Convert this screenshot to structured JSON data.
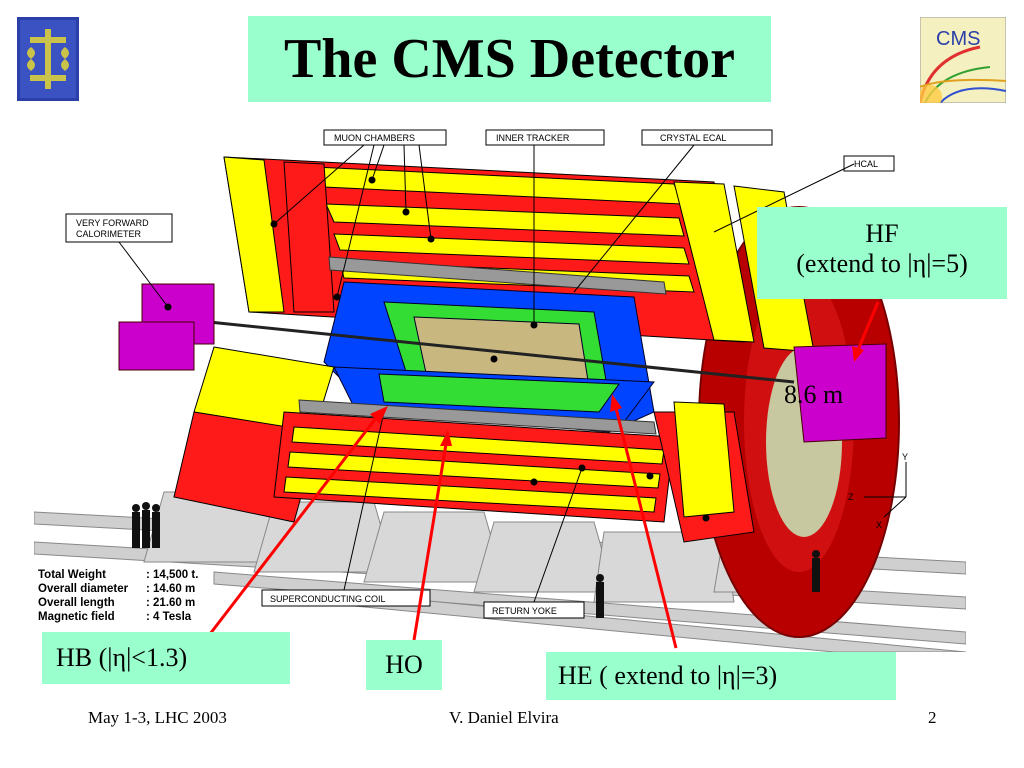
{
  "slide": {
    "title": "The CMS Detector",
    "logo_right_text": "CMS"
  },
  "diagram": {
    "callouts": {
      "muon": "MUON CHAMBERS",
      "tracker": "INNER TRACKER",
      "ecal": "CRYSTAL  ECAL",
      "hcal": "HCAL",
      "vfc_line1": "VERY FORWARD",
      "vfc_line2": "CALORIMETER",
      "coil": "SUPERCONDUCTING COIL",
      "yoke": "RETURN YOKE"
    },
    "specs": [
      {
        "label": "Total Weight",
        "value": ": 14,500 t."
      },
      {
        "label": "Overall diameter",
        "value": ": 14.60 m"
      },
      {
        "label": "Overall length",
        "value": ": 21.60 m"
      },
      {
        "label": "Magnetic field",
        "value": ":  4  Tesla"
      }
    ],
    "axes": {
      "y": "Y",
      "z": "Z",
      "x": "X"
    }
  },
  "labels": {
    "hf_line1": "HF",
    "hf_line2": "(extend to |η|=5)",
    "hb": "HB  (|η|<1.3)",
    "ho": "HO",
    "he": "HE ( extend to |η|=3)",
    "dimension": "8.6 m"
  },
  "footer": {
    "date": "May 1-3, LHC 2003",
    "author": "V. Daniel Elvira",
    "page": "2"
  },
  "colors": {
    "label_bg": "#99ffcc",
    "arrow": "#ff0000",
    "yoke": "#cc0000",
    "yellow": "#ffff00",
    "hcal_blue": "#0044ff",
    "ecal_green": "#33dd33",
    "magenta": "#cc00cc"
  }
}
